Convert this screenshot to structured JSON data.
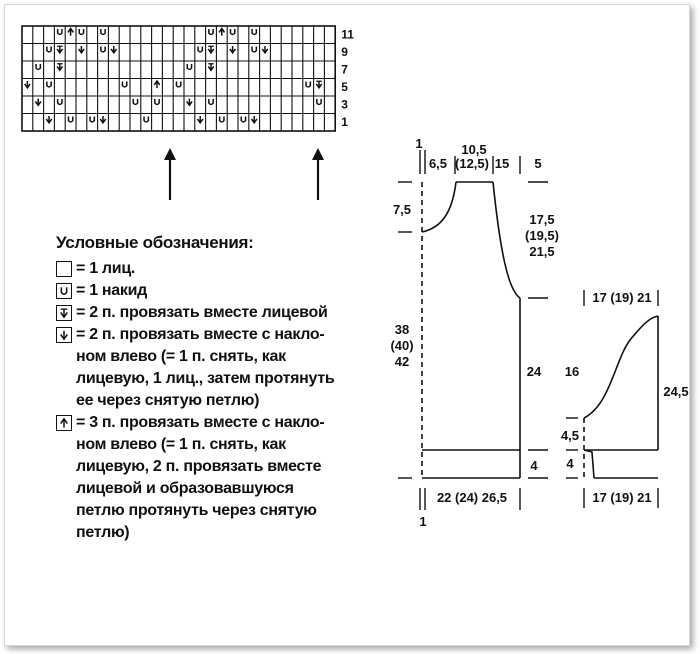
{
  "chart": {
    "row_numbers": [
      "11",
      "9",
      "7",
      "5",
      "3",
      "1"
    ],
    "rows": [
      [
        "",
        "",
        "",
        "U",
        "A",
        "U",
        "",
        "U",
        "",
        "",
        "",
        "",
        "",
        "",
        "",
        "",
        "",
        "U",
        "A",
        "U",
        "",
        "U",
        "",
        "",
        "",
        "",
        "",
        "",
        ""
      ],
      [
        "",
        "",
        "U",
        "Y",
        "",
        "V",
        "",
        "U",
        "V",
        "",
        "",
        "",
        "",
        "",
        "",
        "",
        "U",
        "Y",
        "",
        "V",
        "",
        "U",
        "V",
        "",
        "",
        "",
        "",
        "",
        ""
      ],
      [
        "",
        "U",
        "",
        "Y",
        "",
        "",
        "",
        "",
        "",
        "",
        "",
        "",
        "",
        "",
        "",
        "U",
        "",
        "Y",
        "",
        "",
        "",
        "",
        "",
        "",
        "",
        "",
        "",
        "",
        ""
      ],
      [
        "V",
        "",
        "U",
        "",
        "",
        "",
        "",
        "",
        "",
        "U",
        "",
        "",
        "A",
        "",
        "U",
        "",
        "",
        "",
        "",
        "",
        "",
        "",
        "",
        "",
        "",
        "",
        "U",
        "Y",
        ""
      ],
      [
        "",
        "V",
        "",
        "U",
        "",
        "",
        "",
        "",
        "",
        "",
        "U",
        "",
        "U",
        "",
        "",
        "V",
        "",
        "U",
        "",
        "",
        "",
        "",
        "",
        "",
        "",
        "",
        "",
        "U",
        ""
      ],
      [
        "",
        "",
        "V",
        "",
        "U",
        "",
        "U",
        "V",
        "",
        "",
        "",
        "U",
        "",
        "",
        "",
        "",
        "V",
        "",
        "U",
        "",
        "U",
        "V",
        "",
        "",
        "",
        "",
        "",
        "",
        ""
      ]
    ]
  },
  "legend": {
    "title": "Условные обозначения:",
    "items": [
      {
        "symbol": "",
        "icon": "blank-box-icon",
        "text": "= 1 лиц."
      },
      {
        "symbol": "U",
        "icon": "yarn-over-icon",
        "text": "= 1 накид"
      },
      {
        "symbol": "Y",
        "icon": "k2tog-icon",
        "text": "= 2 п. провязать вместе лицевой"
      },
      {
        "symbol": "V",
        "icon": "ssk-icon",
        "text": "= 2 п. провязать вместе с накло-\nном влево (= 1 п. снять, как\nлицевую, 1 лиц., затем протянуть\nее через снятую петлю)"
      },
      {
        "symbol": "A",
        "icon": "sk2p-icon",
        "text": "= 3 п. провязать вместе с накло-\nном влево (= 1 п. снять, как\nлицевую, 2 п. провязать вместе\nлицевой и образовавшуюся\nпетлю протянуть через снятую\nпетлю)"
      }
    ]
  },
  "body_pattern": {
    "top_dims": {
      "d1": "1",
      "d2": "6,5",
      "d3": "10,5",
      "d4": "(12,5)",
      "d5": "15",
      "d6": "5"
    },
    "left_dims": {
      "neck": "7,5",
      "length_1": "38",
      "length_2": "(40)",
      "length_3": "42"
    },
    "right_dims": {
      "armhole_1": "17,5",
      "armhole_2": "(19,5)",
      "armhole_3": "21,5",
      "side": "24",
      "band": "4"
    },
    "bottom_dims": {
      "width": "22 (24) 26,5",
      "edge": "1"
    }
  },
  "sleeve_pattern": {
    "top_width": "17 (19) 21",
    "cap_height": "16",
    "total_height": "24,5",
    "lower_1": "4,5",
    "lower_2": "4",
    "bottom_width": "17 (19) 21"
  }
}
